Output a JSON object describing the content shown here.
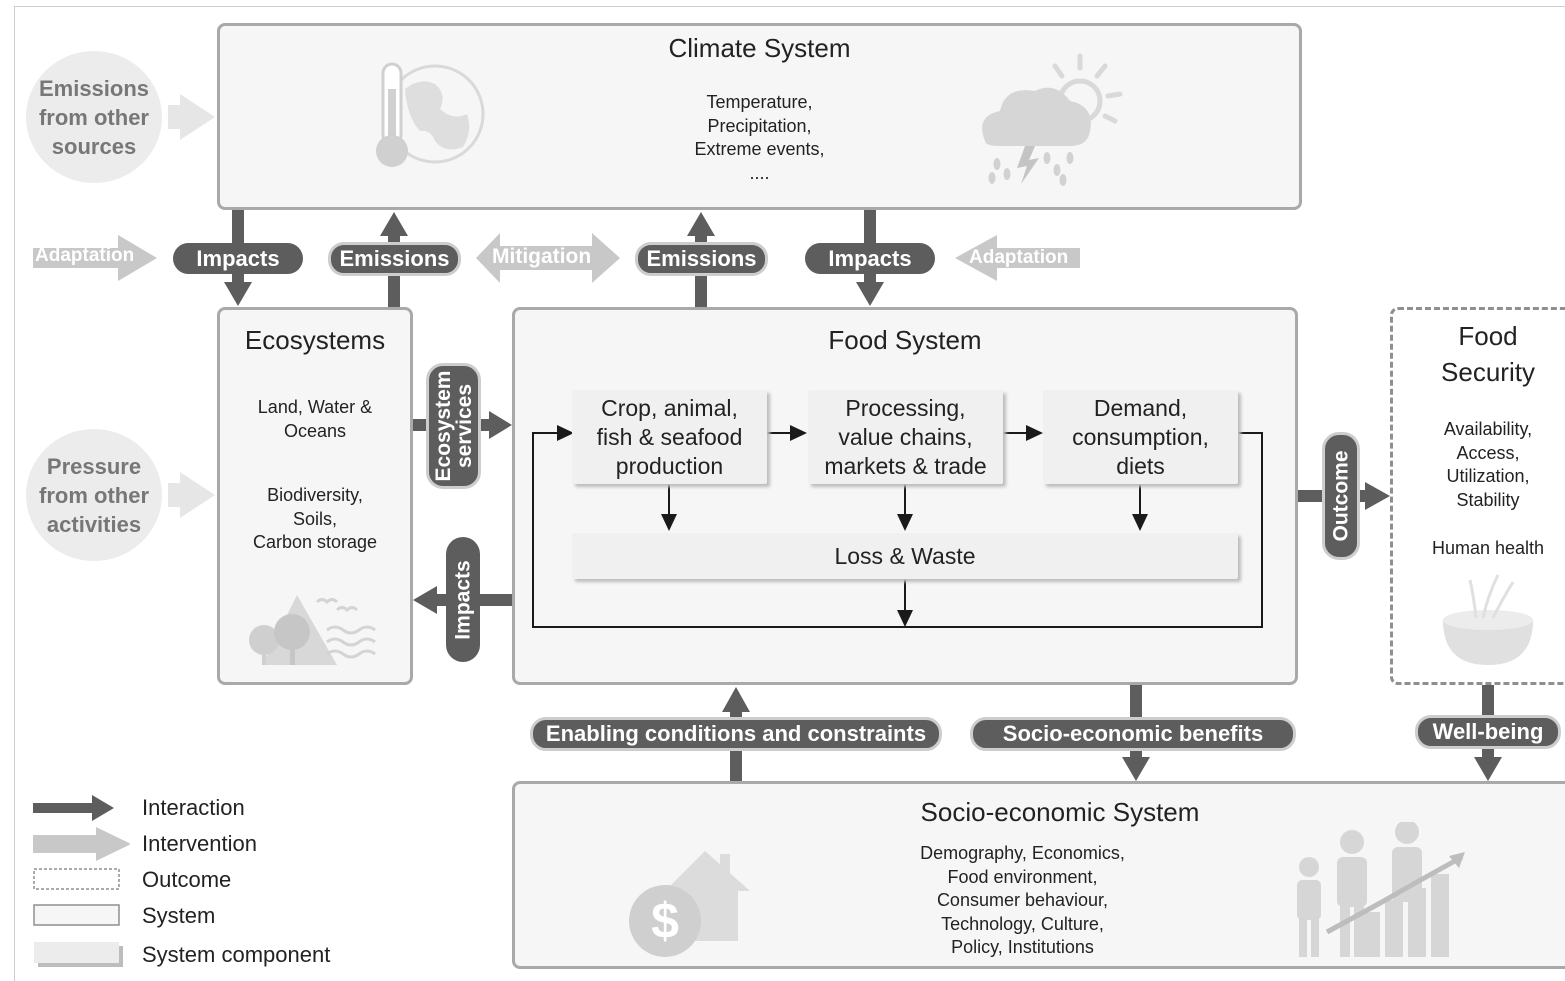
{
  "climate": {
    "title": "Climate System",
    "text": "Temperature,\nPrecipitation,\nExtreme events,\n....",
    "icons": [
      "thermometer-globe-icon",
      "storm-sun-cloud-icon"
    ]
  },
  "ecosystems": {
    "title": "Ecosystems",
    "text1": "Land, Water &\nOceans",
    "text2": "Biodiversity,\nSoils,\nCarbon storage",
    "icon": "mountain-trees-waves-icon"
  },
  "food_system": {
    "title": "Food System",
    "components": {
      "production": "Crop, animal,\nfish & seafood\nproduction",
      "processing": "Processing,\nvalue chains,\nmarkets & trade",
      "demand": "Demand,\nconsumption,\ndiets",
      "loss": "Loss & Waste"
    }
  },
  "food_security": {
    "title": "Food\nSecurity",
    "text1": "Availability,\nAccess,\nUtilization,\nStability",
    "text2": "Human health",
    "icon": "grain-bowl-icon"
  },
  "socio": {
    "title": "Socio-economic System",
    "text": "Demography, Economics,\nFood environment,\nConsumer behaviour,\nTechnology, Culture,\nPolicy, Institutions",
    "icons": [
      "house-dollar-icon",
      "people-growth-chart-icon"
    ]
  },
  "external": {
    "emissions_other": "Emissions\nfrom other\nsources",
    "pressure_other": "Pressure\nfrom other\nactivities"
  },
  "links": {
    "adaptation_left": "Adaptation",
    "impacts_left": "Impacts",
    "emissions_left": "Emissions",
    "mitigation": "Mitigation",
    "emissions_right": "Emissions",
    "impacts_right": "Impacts",
    "adaptation_right": "Adaptation",
    "ecosystem_services": "Ecosystem\nservices",
    "impacts_eco": "Impacts",
    "outcome": "Outcome",
    "enabling": "Enabling conditions and constraints",
    "benefits": "Socio-economic benefits",
    "wellbeing": "Well-being"
  },
  "legend": {
    "interaction": "Interaction",
    "intervention": "Intervention",
    "outcome": "Outcome",
    "system": "System",
    "component": "System component"
  },
  "colors": {
    "dark_arrow": "#5d5d5d",
    "light_arrow": "#c8c8c8",
    "box_border": "#a9a9a9",
    "box_fill": "#f6f6f6",
    "icon_gray": "#d9d9d9"
  }
}
